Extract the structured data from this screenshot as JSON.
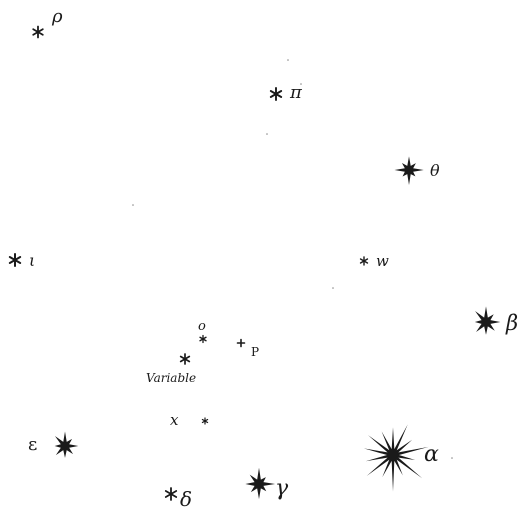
{
  "ink_color": "#1a1a1a",
  "paper_color": "#ffffff",
  "labels": {
    "rho": "ρ",
    "pi": "π",
    "theta": "θ",
    "iota": "ι",
    "w": "w",
    "beta": "β",
    "o": "o",
    "p": "P",
    "variable": "Variable",
    "x": "x",
    "epsilon": "ε",
    "alpha": "α",
    "gamma": "γ",
    "delta": "δ"
  }
}
